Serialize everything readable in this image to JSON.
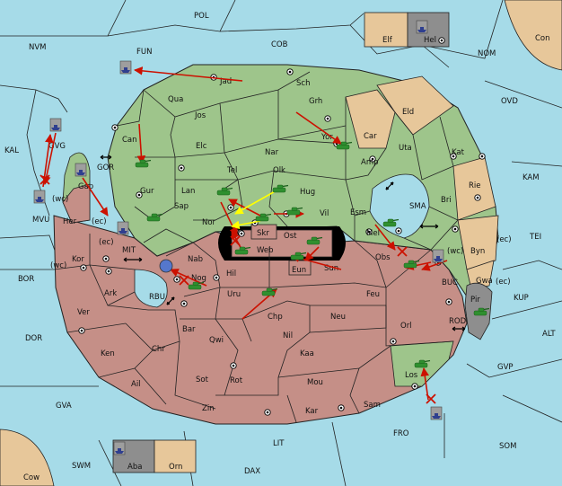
{
  "map": {
    "colors": {
      "sea": "#a6dbe8",
      "green": "#9ec58b",
      "red": "#c58f87",
      "tan": "#e7c79a",
      "gray": "#8e8e8e",
      "order_arrow": "#cc1100",
      "support_arrow": "#ffff00"
    },
    "provinces": {
      "POL": "POL",
      "NVM": "NVM",
      "FUN": "FUN",
      "COB": "COB",
      "NOM": "NOM",
      "Con": "Con",
      "Elf": "Elf",
      "Hel": "Hel",
      "OVD": "OVD",
      "KAL": "KAL",
      "KAM": "KAM",
      "TEI": "TEI",
      "BOR": "BOR",
      "DOR": "DOR",
      "GVA": "GVA",
      "SWM": "SWM",
      "Cow": "Cow",
      "DAX": "DAX",
      "LIT": "LIT",
      "SOM": "SOM",
      "GVP": "GVP",
      "ALT": "ALT",
      "KUP": "KUP",
      "FRO": "FRO",
      "MVU": "MVU",
      "MIT": "MIT",
      "RBU": "RBU",
      "BUC": "BUC",
      "ROD": "ROD",
      "GOR": "GOR",
      "SMA": "SMA",
      "Jad": "Jad",
      "Sch": "Sch",
      "Qua": "Qua",
      "Grh": "Grh",
      "Jos": "Jos",
      "Eld": "Eld",
      "Can": "Can",
      "Car": "Car",
      "Elc": "Elc",
      "Nar": "Nar",
      "Yor": "Yor",
      "Uta": "Uta",
      "Kat": "Kat",
      "Gvg": "GVG",
      "Amp": "Amp",
      "Tel": "Tel",
      "Olk": "Olk",
      "Gur": "Gur",
      "Lan": "Lan",
      "Hug": "Hug",
      "Rie": "Rie",
      "Gap": "Gap",
      "Bri": "Bri",
      "Her": "Her",
      "Sap": "Sap",
      "Vil": "Vil",
      "Esm": "Esm",
      "Nor": "Nor",
      "Skr": "Skr",
      "Ost": "Ost",
      "Web": "Web",
      "Mel": "Mel",
      "Byn": "Byn",
      "Kor": "Kor",
      "Nab": "Nab",
      "Sun": "Sun",
      "Obs": "Obs",
      "Eun": "Eun",
      "Gwa": "Gwa",
      "Hil": "Hil",
      "Nog": "Nog",
      "Ark": "Ark",
      "Pir": "Pir",
      "Uru": "Uru",
      "Feu": "Feu",
      "Ver": "Ver",
      "Chp": "Chp",
      "Neu": "Neu",
      "Orl": "Orl",
      "Bar": "Bar",
      "Qwi": "Qwi",
      "Ken": "Ken",
      "Nil": "Nil",
      "Chr": "Chr",
      "Kaa": "Kaa",
      "Ail": "Ail",
      "Sot": "Sot",
      "Rot": "Rot",
      "Mou": "Mou",
      "Los": "Los",
      "Zin": "Zin",
      "Kar": "Kar",
      "Sam": "Sam",
      "Aba": "Aba",
      "Orn": "Orn"
    },
    "coast_labels": {
      "wc1": "(wc)",
      "ec1": "(ec)",
      "ec2": "(ec)",
      "wc2": "(wc)",
      "wc3": "(wc)",
      "ec3": "(ec)",
      "ec4": "(ec)"
    }
  },
  "legend": {},
  "units": {
    "armies": [
      {
        "at": "Gur",
        "nation": "green"
      },
      {
        "at": "Yor",
        "nation": "green"
      },
      {
        "at": "Nor",
        "nation": "green"
      },
      {
        "at": "Hug",
        "nation": "green"
      },
      {
        "at": "Vil",
        "nation": "green"
      },
      {
        "at": "Skr",
        "nation": "green"
      },
      {
        "at": "Sap",
        "nation": "green"
      },
      {
        "at": "Web",
        "nation": "green"
      },
      {
        "at": "Ost",
        "nation": "green"
      },
      {
        "at": "Eun",
        "nation": "green"
      },
      {
        "at": "Mel",
        "nation": "green"
      },
      {
        "at": "Obs",
        "nation": "green"
      },
      {
        "at": "Nog",
        "nation": "green"
      },
      {
        "at": "Uru",
        "nation": "green"
      },
      {
        "at": "Pir",
        "nation": "green"
      },
      {
        "at": "Los",
        "nation": "green"
      }
    ],
    "fleets": [
      {
        "at": "FUN",
        "nation": "gray"
      },
      {
        "at": "Gvg",
        "nation": "gray"
      },
      {
        "at": "MVU",
        "nation": "gray"
      },
      {
        "at": "Gap",
        "nation": "gray"
      },
      {
        "at": "MIT",
        "nation": "gray"
      },
      {
        "at": "BUC",
        "nation": "gray"
      },
      {
        "at": "FRO",
        "nation": "gray"
      },
      {
        "at": "Hel",
        "nation": "blue"
      },
      {
        "at": "Aba",
        "nation": "blue"
      }
    ]
  }
}
